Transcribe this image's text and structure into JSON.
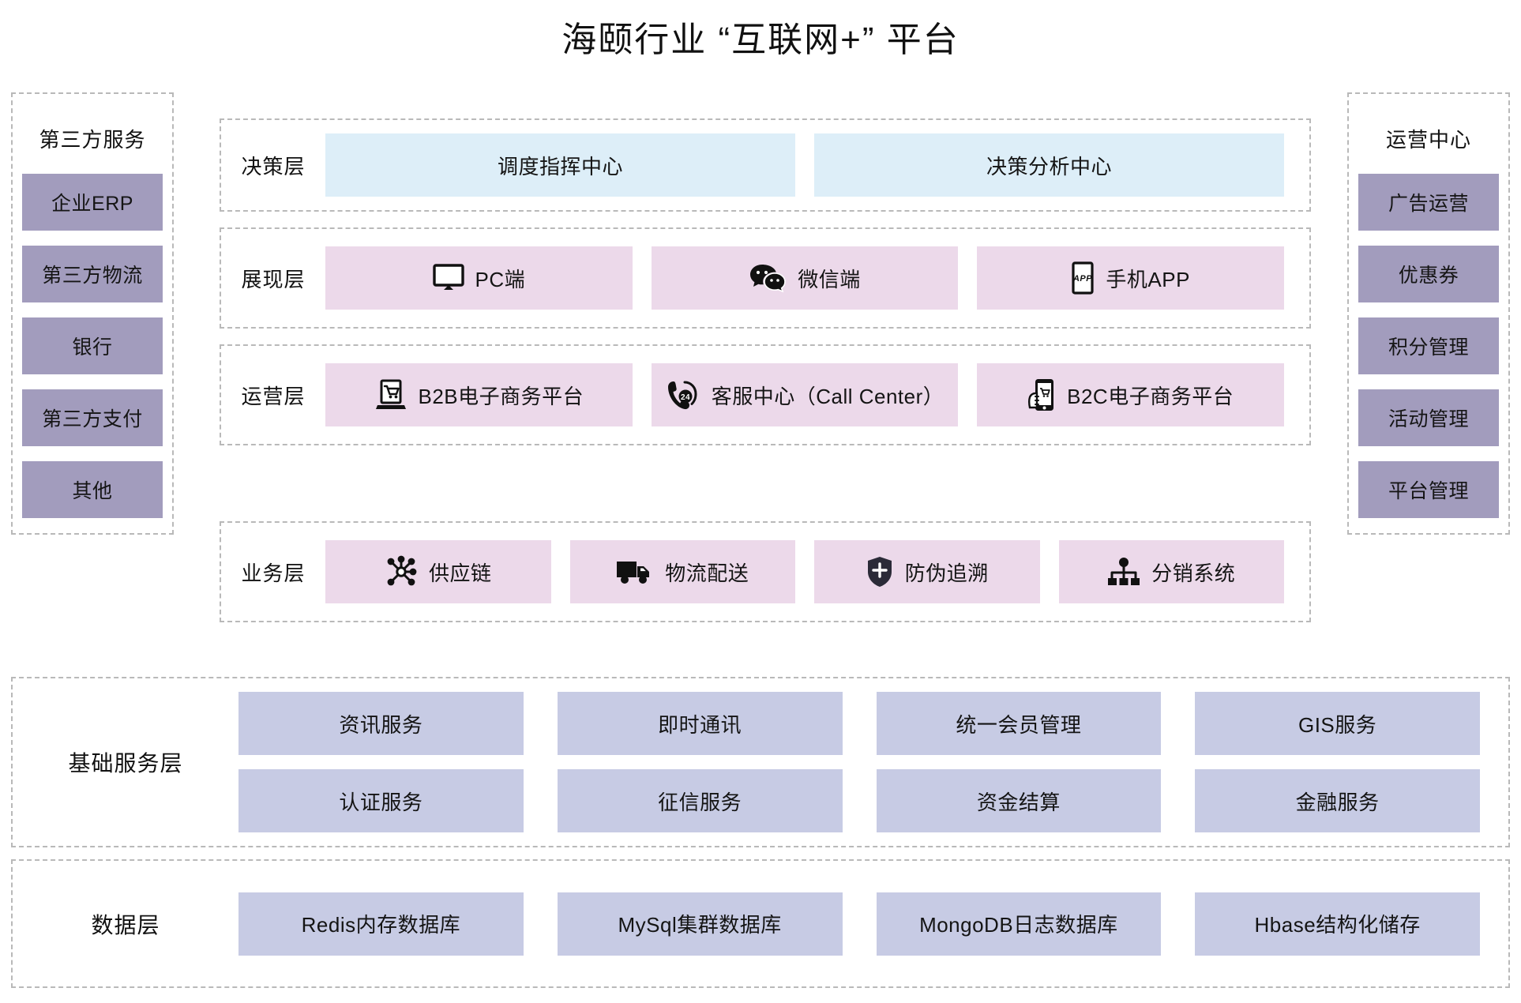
{
  "title": "海颐行业 “互联网+” 平台",
  "colors": {
    "purple_box": "#a29cbd",
    "blue_box": "#c7cbe4",
    "pink_cell": "#ecd9ea",
    "light_blue_cell": "#ddeef8",
    "dashed_border": "#b9b9b9"
  },
  "left_panel": {
    "title": "第三方服务",
    "items": [
      {
        "label": "企业ERP"
      },
      {
        "label": "第三方物流"
      },
      {
        "label": "银行"
      },
      {
        "label": "第三方支付"
      },
      {
        "label": "其他"
      }
    ]
  },
  "right_panel": {
    "title": "运营中心",
    "items": [
      {
        "label": "广告运营"
      },
      {
        "label": "优惠券"
      },
      {
        "label": "积分管理"
      },
      {
        "label": "活动管理"
      },
      {
        "label": "平台管理"
      }
    ]
  },
  "center_rows": [
    {
      "label": "决策层",
      "style": "blue",
      "cells": [
        {
          "label": "调度指挥中心",
          "icon": ""
        },
        {
          "label": "决策分析中心",
          "icon": ""
        }
      ]
    },
    {
      "label": "展现层",
      "style": "pink",
      "cells": [
        {
          "label": "PC端",
          "icon": "monitor-icon"
        },
        {
          "label": "微信端",
          "icon": "wechat-icon"
        },
        {
          "label": "手机APP",
          "icon": "mobile-app-icon"
        }
      ]
    },
    {
      "label": "运营层",
      "style": "pink",
      "cells": [
        {
          "label": "B2B电子商务平台",
          "icon": "laptop-cart-icon"
        },
        {
          "label": "客服中心（Call Center）",
          "icon": "phone-24-icon"
        },
        {
          "label": "B2C电子商务平台",
          "icon": "hand-phone-cart-icon"
        }
      ]
    },
    {
      "label": "业务层",
      "style": "pink",
      "cells": [
        {
          "label": "供应链",
          "icon": "network-nodes-icon"
        },
        {
          "label": "物流配送",
          "icon": "truck-icon"
        },
        {
          "label": "防伪追溯",
          "icon": "shield-plus-icon"
        },
        {
          "label": "分销系统",
          "icon": "hierarchy-icon"
        }
      ]
    }
  ],
  "basic_service_band": {
    "label": "基础服务层",
    "items": [
      {
        "label": "资讯服务"
      },
      {
        "label": "即时通讯"
      },
      {
        "label": "统一会员管理"
      },
      {
        "label": "GIS服务"
      },
      {
        "label": "认证服务"
      },
      {
        "label": "征信服务"
      },
      {
        "label": "资金结算"
      },
      {
        "label": "金融服务"
      }
    ]
  },
  "data_band": {
    "label": "数据层",
    "items": [
      {
        "label": "Redis内存数据库"
      },
      {
        "label": "MySql集群数据库"
      },
      {
        "label": "MongoDB日志数据库"
      },
      {
        "label": "Hbase结构化储存"
      }
    ]
  }
}
